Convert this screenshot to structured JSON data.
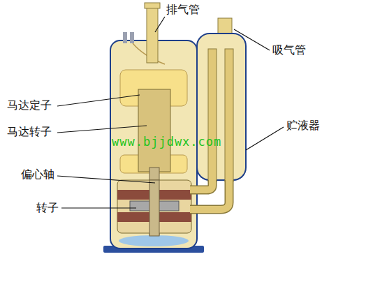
{
  "diagram": {
    "labels": [
      "排气管",
      "吸气管",
      "马达定子",
      "马达转子",
      "贮液器",
      "偏心轴",
      "转子",
      "www.bjjdwx.com"
    ]
  }
}
